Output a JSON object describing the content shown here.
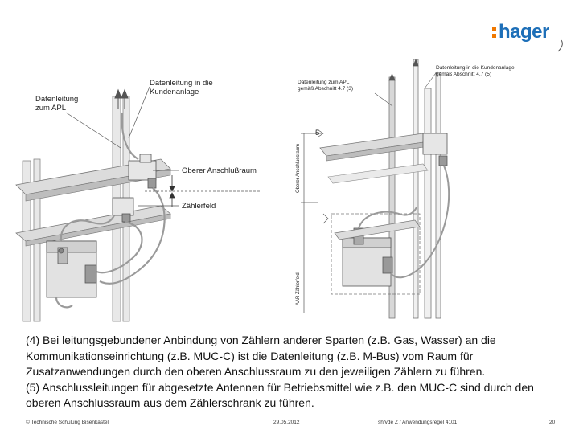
{
  "brand": {
    "logo_text": "hager"
  },
  "figure_left": {
    "labels": {
      "datenleitung_apl": [
        "Datenleitung",
        "zum APL"
      ],
      "datenleitung_kundenanlage": [
        "Datenleitung in die",
        "Kundenanlage"
      ],
      "oberer_anschlussraum": "Oberer Anschlußraum",
      "zaehlerfeld": "Zählerfeld"
    }
  },
  "figure_right": {
    "labels": {
      "datenleitung_apl": [
        "Datenleitung zum APL",
        "gemäß Abschnitt 4.7 (3)"
      ],
      "datenleitung_kundenanlage": [
        "Datenleitung in die Kundenanlage",
        "gemäß Abschnitt 4.7 (5)"
      ],
      "vertical_upper": "Oberer Anschlussraum",
      "vertical_lower": "AAR Zählerfeld",
      "dimension": "5"
    }
  },
  "body": {
    "paragraphs": [
      "(4) Bei leitungsgebundener Anbindung von Zählern anderer Sparten (z.B. Gas, Wasser) an die Kommunikationseinrichtung (z.B. MUC-C) ist die Datenleitung (z.B. M-Bus) vom Raum für Zusatzanwendungen durch den oberen Anschlussraum zu den jeweiligen Zählern zu führen.",
      "(5) Anschlussleitungen für abgesetzte Antennen für Betriebsmittel wie z.B. den MUC-C sind durch den oberen Anschlussraum aus dem Zählerschrank zu führen."
    ]
  },
  "footer": {
    "copyright": "© Technische Schulung Bisenkastel",
    "date": "29.05.2012",
    "reference": "sh/vde Z / Anwendungsregel 4101",
    "page": "20"
  },
  "colors": {
    "accent": "#f07800",
    "brand": "#1d6fb8",
    "cable": "#9a9a9a",
    "rail": "#dcdcdc"
  }
}
